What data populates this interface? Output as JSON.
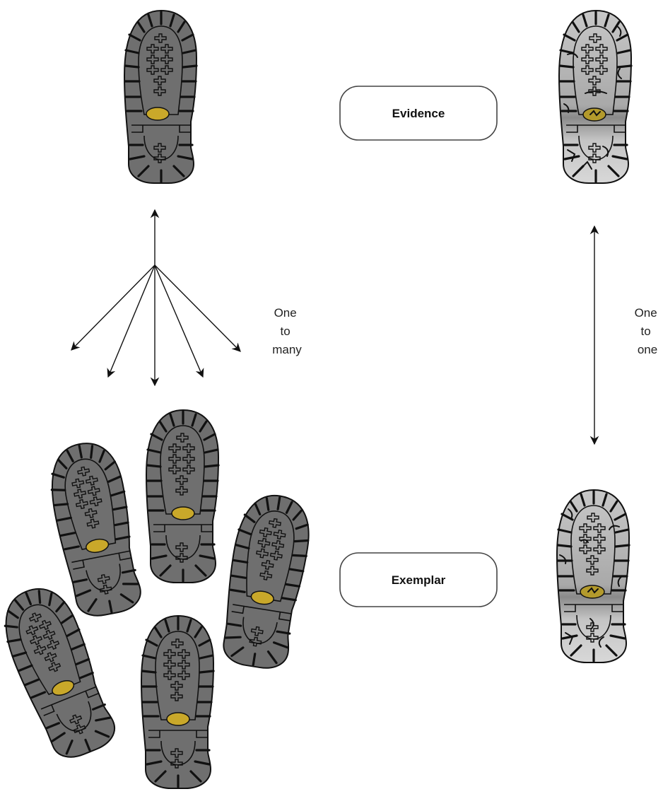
{
  "labels": {
    "evidence": "Evidence",
    "exemplar": "Exemplar",
    "one_to_many": [
      "One",
      "to",
      "many"
    ],
    "one_to_one": [
      "One",
      "to",
      "one"
    ]
  },
  "colors": {
    "sole_dark": "#6f6f6f",
    "sole_light": "#cfcfcf",
    "heel_spot": "#c9a82a",
    "outline": "#111111"
  },
  "icons": {
    "boot_print": "boot-sole-icon",
    "worn_print": "worn-boot-sole-icon"
  }
}
